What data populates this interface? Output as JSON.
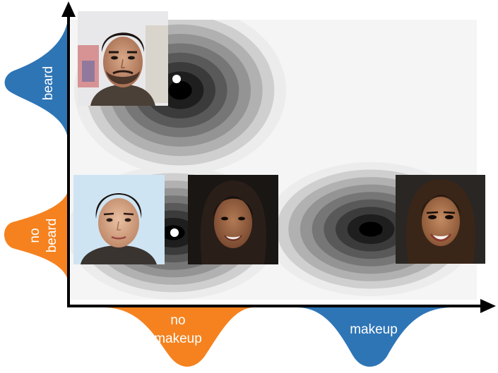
{
  "axes": {
    "x": {
      "categories": [
        {
          "label_lines": [
            "no",
            "makeup"
          ],
          "color": "#f5821f"
        },
        {
          "label_lines": [
            "makeup"
          ],
          "color": "#2e75b6"
        }
      ]
    },
    "y": {
      "categories": [
        {
          "label_lines": [
            "beard"
          ],
          "color": "#2e75b6"
        },
        {
          "label_lines": [
            "no",
            "beard"
          ],
          "color": "#f5821f"
        }
      ]
    },
    "axis_color": "#000000"
  },
  "density": {
    "levels": 9,
    "background": "#f5f5f5",
    "darkest": "#000000",
    "modes": [
      {
        "x_category": "no makeup",
        "y_category": "beard"
      },
      {
        "x_category": "no makeup",
        "y_category": "no beard"
      },
      {
        "x_category": "makeup",
        "y_category": "no beard"
      }
    ]
  },
  "samples": [
    {
      "attributes": "man, beard, no makeup",
      "marker": "white-dot",
      "icon": "portrait-bearded-man"
    },
    {
      "attributes": "man, no beard, no makeup",
      "marker": "white-dot",
      "icon": "portrait-clean-shaven-man"
    },
    {
      "attributes": "woman, no beard, no makeup",
      "marker": "none",
      "icon": "portrait-woman-natural"
    },
    {
      "attributes": "woman, no beard, makeup",
      "marker": "black-dot",
      "icon": "portrait-woman-makeup"
    }
  ]
}
